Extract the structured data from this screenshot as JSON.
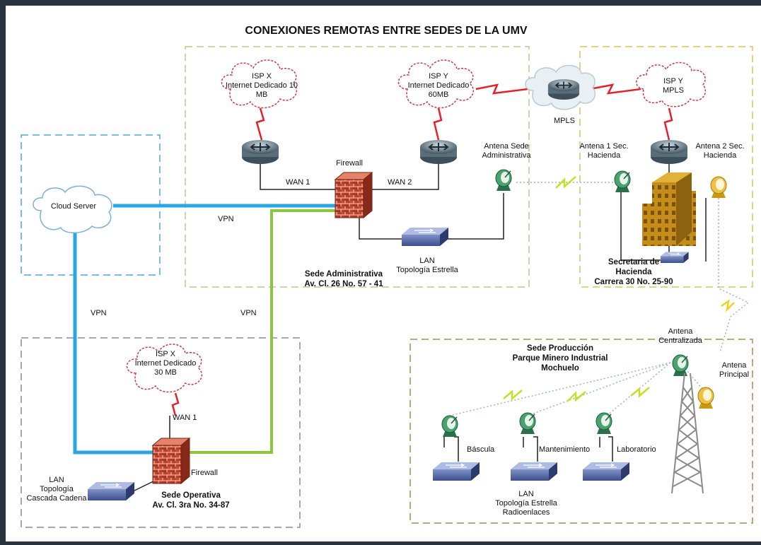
{
  "title": "CONEXIONES REMOTAS ENTRE SEDES DE LA UMV",
  "colors": {
    "vpn_blue": "#2aa7e0",
    "vpn_green": "#8cc63f",
    "wan_red": "#e5212b",
    "firewall": "#c0392b",
    "switch": "#4a5ea0",
    "building": "#c48d1a"
  },
  "labels": {
    "isp_x_admin": [
      "ISP X",
      "Internet Dedicado 10",
      "MB"
    ],
    "isp_y_admin": [
      "ISP Y",
      "Internet Dedicado",
      "60MB"
    ],
    "isp_y_mpls": [
      "ISP Y",
      "MPLS"
    ],
    "mpls": "MPLS",
    "wan1": "WAN 1",
    "wan2": "WAN 2",
    "firewall": "Firewall",
    "antena_admin": [
      "Antena Sede",
      "Administrativa"
    ],
    "antena_1": [
      "Antena 1 Sec.",
      "Hacienda"
    ],
    "antena_2": [
      "Antena 2 Sec.",
      "Hacienda"
    ],
    "cloud_server": "Cloud Server",
    "vpn": "VPN",
    "lan_admin": [
      "LAN",
      "Topología Estrella"
    ],
    "sede_admin": [
      "Sede Administrativa",
      "Av. Cl. 26 No. 57 - 41"
    ],
    "hacienda": [
      "Secretaria de",
      "Hacienda",
      "Carrera 30 No. 25-90"
    ],
    "isp_x_op": [
      "ISP X",
      "Internet Dedicado",
      "30 MB"
    ],
    "lan_op": [
      "LAN",
      "Topología",
      "Cascada Cadena"
    ],
    "sede_op": [
      "Sede Operativa",
      "Av. Cl. 3ra No. 34-87"
    ],
    "sede_prod": [
      "Sede Producción",
      "Parque Minero Industrial",
      "Mochuelo"
    ],
    "antena_central": [
      "Antena",
      "Centralizada"
    ],
    "antena_principal": [
      "Antena",
      "Principal"
    ],
    "bascula": "Báscula",
    "mantenimiento": "Mantenimiento",
    "laboratorio": "Laboratorio",
    "lan_prod": [
      "LAN",
      "Topología Estrella",
      "Radioenlaces"
    ]
  }
}
